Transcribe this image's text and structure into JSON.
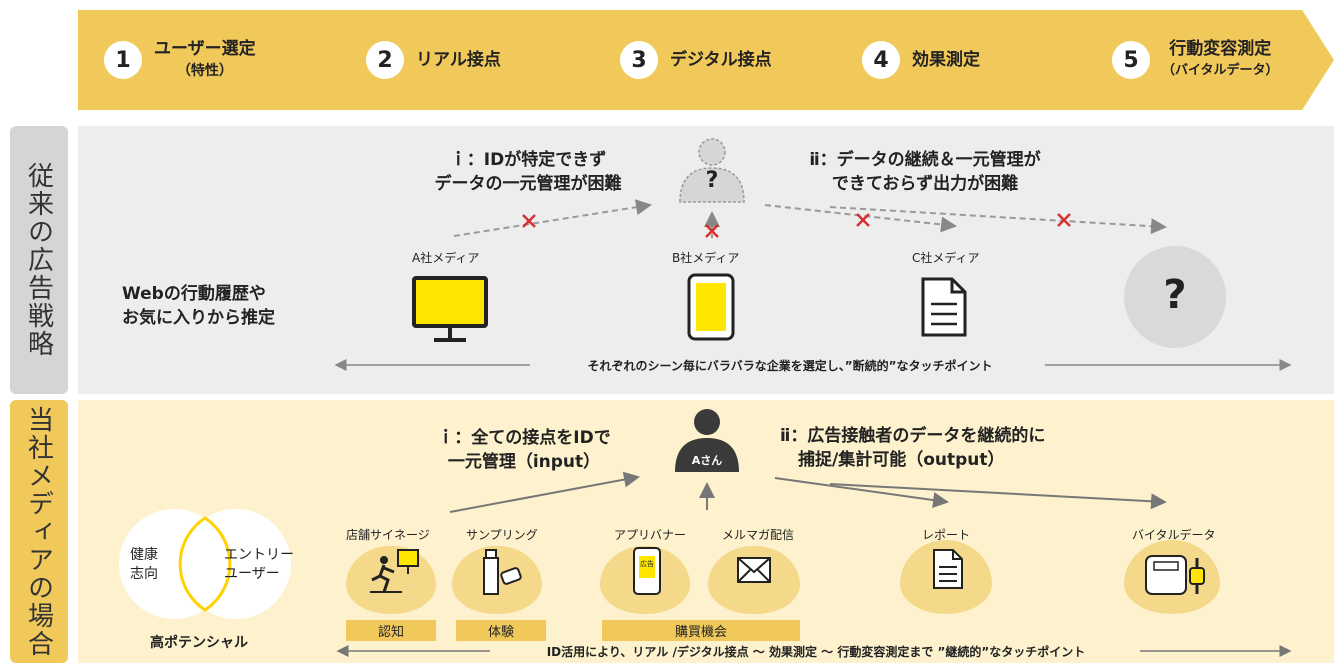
{
  "steps": [
    {
      "num": "1",
      "label": "ユーザー選定",
      "sub": "（特性）"
    },
    {
      "num": "2",
      "label": "リアル接点",
      "sub": ""
    },
    {
      "num": "3",
      "label": "デジタル接点",
      "sub": ""
    },
    {
      "num": "4",
      "label": "効果測定",
      "sub": ""
    },
    {
      "num": "5",
      "label": "行動変容測定",
      "sub": "（バイタルデータ）"
    }
  ],
  "conventional": {
    "side_label": "従来の広告戦略",
    "left_text_1": "Webの行動履歴や",
    "left_text_2": "お気に入りから推定",
    "note_i_1": "ｉ：IDが特定できず",
    "note_i_2": "データの一元管理が困難",
    "note_ii_1": "ⅱ：データの継続＆一元管理が",
    "note_ii_2": "できておらず出力が困難",
    "user_mark": "?",
    "media_a": "A社メディア",
    "media_b": "B社メディア",
    "media_c": "C社メディア",
    "unknown_mark": "?",
    "bottom_line": "それぞれのシーン毎にバラバラな企業を選定し、”断続的”なタッチポイント"
  },
  "ours": {
    "side_label": "当社メディアの場合",
    "venn_left_1": "健康",
    "venn_left_2": "志向",
    "venn_right_1": "エントリー",
    "venn_right_2": "ユーザー",
    "venn_caption": "高ポテンシャル",
    "note_i_1": "ｉ：全ての接点をIDで",
    "note_i_2": "一元管理（input）",
    "note_ii_1": "ⅱ：広告接触者のデータを継続的に",
    "note_ii_2": "捕捉/集計可能（output）",
    "user_label": "Aさん",
    "icons": [
      "店舗サイネージ",
      "サンプリング",
      "アプリバナー",
      "メルマガ配信",
      "レポート",
      "バイタルデータ"
    ],
    "app_ad_text": "広告",
    "tags": [
      "認知",
      "体験",
      "購買機会"
    ],
    "bottom_line": "ID活用により、リアル /デジタル接点 ～ 効果測定 ～ 行動変容測定まで ”継続的”なタッチポイント"
  },
  "colors": {
    "accent": "#f1c95b",
    "light_yellow": "#fdf2cd",
    "gray_panel": "#ededed",
    "cross": "#d9302f"
  }
}
